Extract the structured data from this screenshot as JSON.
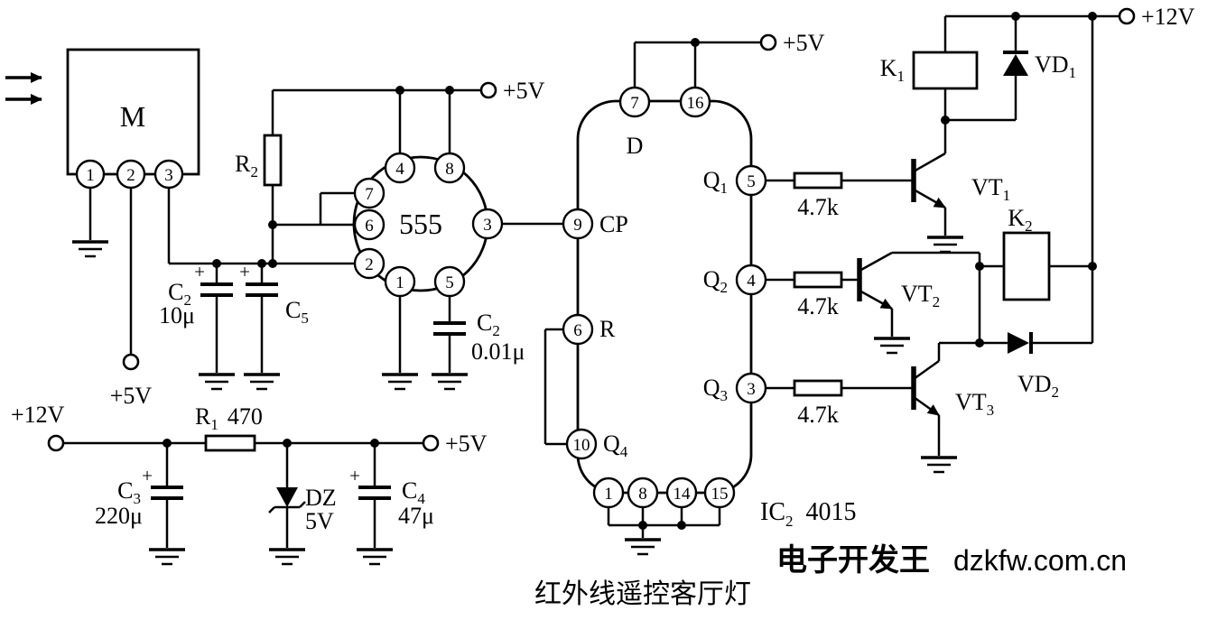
{
  "caption": "红外线遥控客厅灯",
  "watermark": {
    "cn": "电子开发王",
    "en": "dzkfw.com.cn"
  },
  "power": {
    "plus5": "+5V",
    "plus12": "+12V"
  },
  "sym": {
    "plus": "+"
  },
  "module": {
    "label": "M",
    "pin1": "1",
    "pin2": "2",
    "pin3": "3"
  },
  "r2": {
    "name": "R",
    "sub": "2"
  },
  "cap_c2": {
    "name": "C",
    "sub": "2",
    "value": "10μ"
  },
  "cap_c5": {
    "name": "C",
    "sub": "5"
  },
  "cap_c2b": {
    "name": "C",
    "sub": "2",
    "value": "0.01μ"
  },
  "ic555": {
    "label": "555",
    "pin4": "4",
    "pin8": "8",
    "pin7": "7",
    "pin6": "6",
    "pin2": "2",
    "pin3": "3",
    "pin1": "1",
    "pin5": "5"
  },
  "ic4015": {
    "label_ic": "IC",
    "label_sub": "2",
    "label_part": "4015",
    "pin7": "7",
    "pin16": "16",
    "pin9": "9",
    "pin6": "6",
    "pin10": "10",
    "pin1": "1",
    "pin8": "8",
    "pin14": "14",
    "pin15": "15",
    "pin5": "5",
    "pin4": "4",
    "pin3": "3",
    "sig_d": "D",
    "sig_cp": "CP",
    "sig_r": "R",
    "q1": {
      "name": "Q",
      "sub": "1"
    },
    "q2": {
      "name": "Q",
      "sub": "2"
    },
    "q3": {
      "name": "Q",
      "sub": "3"
    },
    "q4": {
      "name": "Q",
      "sub": "4"
    }
  },
  "base_resistor": {
    "value": "4.7k"
  },
  "vt1": {
    "name": "VT",
    "sub": "1"
  },
  "vt2": {
    "name": "VT",
    "sub": "2"
  },
  "vt3": {
    "name": "VT",
    "sub": "3"
  },
  "k1": {
    "name": "K",
    "sub": "1"
  },
  "k2": {
    "name": "K",
    "sub": "2"
  },
  "vd1": {
    "name": "VD",
    "sub": "1"
  },
  "vd2": {
    "name": "VD",
    "sub": "2"
  },
  "r1": {
    "name": "R",
    "sub": "1",
    "value": "470"
  },
  "c3": {
    "name": "C",
    "sub": "3",
    "value": "220μ"
  },
  "dz": {
    "name": "DZ",
    "value": "5V"
  },
  "c4": {
    "name": "C",
    "sub": "4",
    "value": "47μ"
  }
}
